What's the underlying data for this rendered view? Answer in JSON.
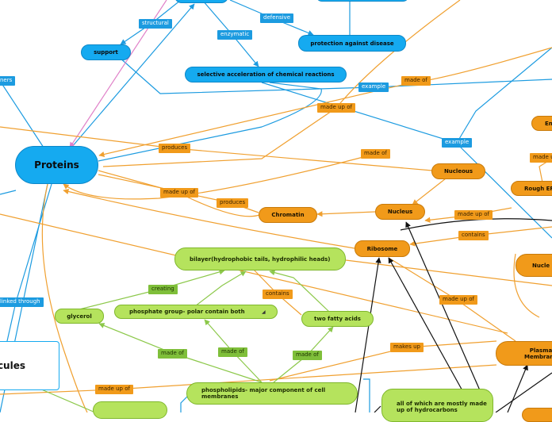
{
  "nodes": {
    "support": "support",
    "selective": "selective acceleration of chemical reactions",
    "protection": "protection against disease",
    "proteins": "Proteins",
    "nucleous": "Nucleous",
    "chromatin": "Chromatin",
    "nucleus": "Nucleus",
    "ribosome": "Ribosome",
    "rough_er": "Rough ER",
    "er_partial": "En",
    "nuclear_partial": "Nucle",
    "plasma": "Plasma Membrane",
    "bilayer": "bilayer(hydrophobic tails, hydrophilic heads)",
    "glycerol": "glycerol",
    "phosphate": "phosphate group- polar contain both",
    "fatty": "two fatty acids",
    "phospholipids": "phospholipids- major component of cell membranes",
    "hydrocarbons": "all of which are mostly made up of hydrocarbons",
    "molecules_partial": "cules"
  },
  "labels": {
    "structural": "structural",
    "defensive": "defensive",
    "enzymatic": "enzymatic",
    "example1": "example",
    "example2": "example",
    "made_of_1": "made of",
    "made_up_of_1": "made up of",
    "made_of_2": "made of",
    "produces_1": "produces",
    "made_up_of_2": "made up of",
    "produces_2": "produces",
    "made_up_of_3": "made up of",
    "contains_1": "contains",
    "made_up_of_4": "made up of",
    "creating": "creating",
    "contains_2": "contains",
    "made_of_3": "made of",
    "made_of_4": "made of",
    "made_of_5": "made of",
    "makes_up": "makes up",
    "made_up_of_5": "made up of",
    "ners_partial": "ners",
    "linked_through": "linked through",
    "made_up_partial": "made up"
  },
  "colors": {
    "blue": "#15aaf0",
    "orange": "#f19a1a",
    "green": "#b5e35d",
    "blue_line": "#1c9be0",
    "orange_line": "#f0a030",
    "green_line": "#8cc84a",
    "pink_line": "#e080c8",
    "black_line": "#111111"
  }
}
